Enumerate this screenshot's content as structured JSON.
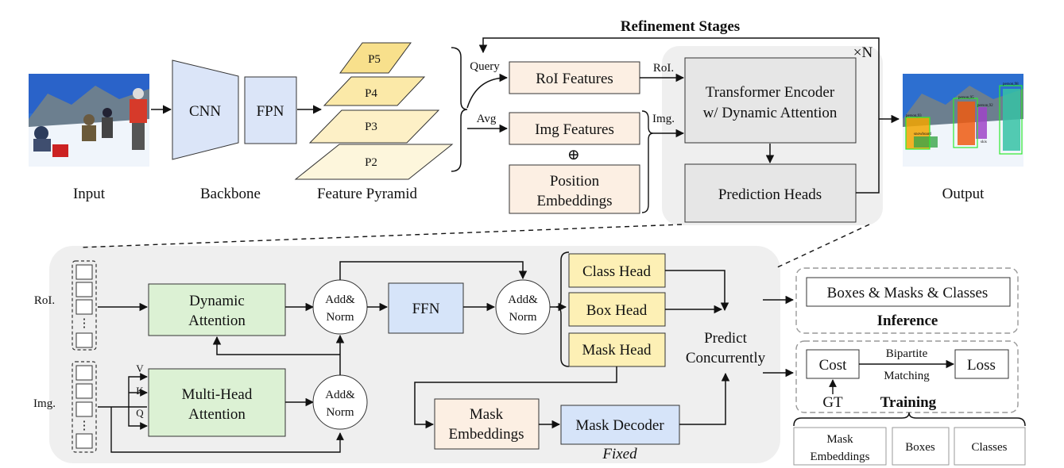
{
  "title": "Refinement Stages",
  "repeat": "×N",
  "top": {
    "input": "Input",
    "backbone": "Backbone",
    "cnn": "CNN",
    "fpn": "FPN",
    "feature_pyramid": "Feature Pyramid",
    "levels": [
      "P5",
      "P4",
      "P3",
      "P2"
    ],
    "query": "Query",
    "avg": "Avg",
    "roi_features": "RoI Features",
    "img_features": "Img Features",
    "plus": "⊕",
    "pos_emb_1": "Position",
    "pos_emb_2": "Embeddings",
    "roi_label": "RoI.",
    "img_label": "Img.",
    "encoder_1": "Transformer Encoder",
    "encoder_2": "w/ Dynamic Attention",
    "prediction_heads": "Prediction Heads",
    "output": "Output",
    "det_tags": [
      "person,98",
      "person,95",
      "person,92",
      "person,93",
      "snowboard",
      "skis"
    ]
  },
  "bottom": {
    "roi": "RoI.",
    "img": "Img.",
    "dyn_1": "Dynamic",
    "dyn_2": "Attention",
    "mha_1": "Multi-Head",
    "mha_2": "Attention",
    "v": "V",
    "k": "K",
    "q": "Q",
    "addnorm_1": "Add&",
    "addnorm_2": "Norm",
    "ffn": "FFN",
    "class_head": "Class Head",
    "box_head": "Box Head",
    "mask_head": "Mask Head",
    "predict_1": "Predict",
    "predict_2": "Concurrently",
    "mask_emb_1": "Mask",
    "mask_emb_2": "Embeddings",
    "mask_decoder": "Mask Decoder",
    "fixed": "Fixed",
    "inference_out": "Boxes & Masks & Classes",
    "inference": "Inference",
    "cost": "Cost",
    "bipartite": "Bipartite",
    "matching": "Matching",
    "loss": "Loss",
    "gt": "GT",
    "training": "Training",
    "gt_mask_1": "Mask",
    "gt_mask_2": "Embeddings",
    "gt_boxes": "Boxes",
    "gt_classes": "Classes",
    "ellipsis": "⋮"
  },
  "colors": {
    "backbone_blue": "#dbe5f8",
    "pyramid_yellow": "#fbe8a6",
    "feature_peach": "#fcefe3",
    "encoder_grey": "#e6e6e6",
    "panel_grey": "#f0f0f0",
    "attn_green": "#dcf1d4",
    "ffn_blue": "#d6e4f9",
    "head_yellow": "#fdf0b5"
  }
}
